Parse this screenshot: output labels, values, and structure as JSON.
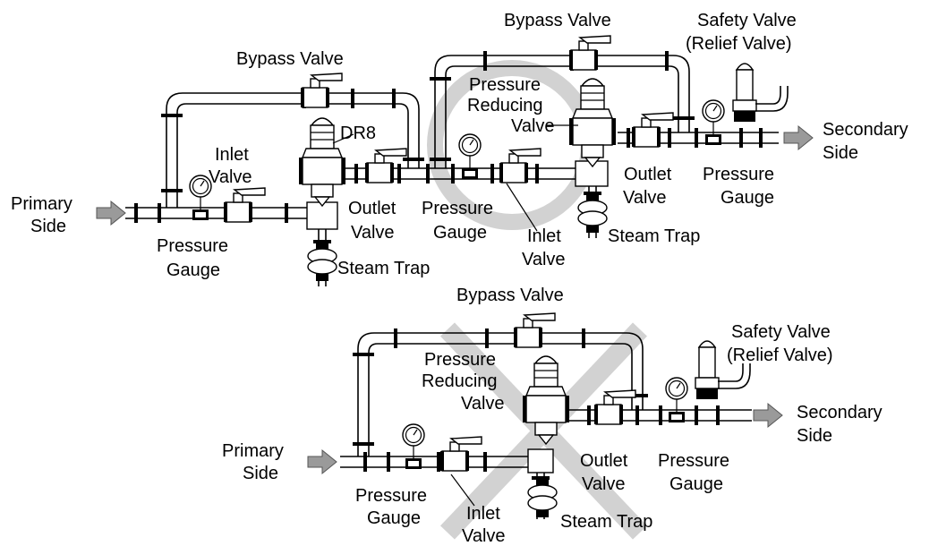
{
  "top": {
    "primary_side": [
      "Primary",
      "Side"
    ],
    "secondary_side": [
      "Secondary",
      "Side"
    ],
    "bypass_valve_1": "Bypass Valve",
    "bypass_valve_2": "Bypass Valve",
    "dr8": "DR8",
    "inlet_valve_1": [
      "Inlet",
      "Valve"
    ],
    "pressure_gauge_1": [
      "Pressure",
      "Gauge"
    ],
    "steam_trap_1": "Steam Trap",
    "outlet_valve_1": [
      "Outlet",
      "Valve"
    ],
    "pressure_gauge_2": [
      "Pressure",
      "Gauge"
    ],
    "inlet_valve_2": [
      "Inlet",
      "Valve"
    ],
    "pressure_reducing_valve": [
      "Pressure",
      "Reducing",
      "Valve"
    ],
    "steam_trap_2": "Steam Trap",
    "outlet_valve_2": [
      "Outlet",
      "Valve"
    ],
    "pressure_gauge_3": [
      "Pressure",
      "Gauge"
    ],
    "safety_valve": [
      "Safety Valve",
      "(Relief Valve)"
    ]
  },
  "bottom": {
    "bypass_valve": "Bypass Valve",
    "safety_valve": [
      "Safety Valve",
      "(Relief Valve)"
    ],
    "pressure_reducing_valve": [
      "Pressure",
      "Reducing",
      "Valve"
    ],
    "secondary_side": [
      "Secondary",
      "Side"
    ],
    "primary_side": [
      "Primary",
      "Side"
    ],
    "outlet_valve": [
      "Outlet",
      "Valve"
    ],
    "pressure_gauge_right": [
      "Pressure",
      "Gauge"
    ],
    "pressure_gauge_left": [
      "Pressure",
      "Gauge"
    ],
    "inlet_valve": [
      "Inlet",
      "Valve"
    ],
    "steam_trap": "Steam Trap"
  },
  "colors": {
    "mark": "#d2d2d2",
    "line": "#000000",
    "arrow": "#9a9a9a"
  }
}
